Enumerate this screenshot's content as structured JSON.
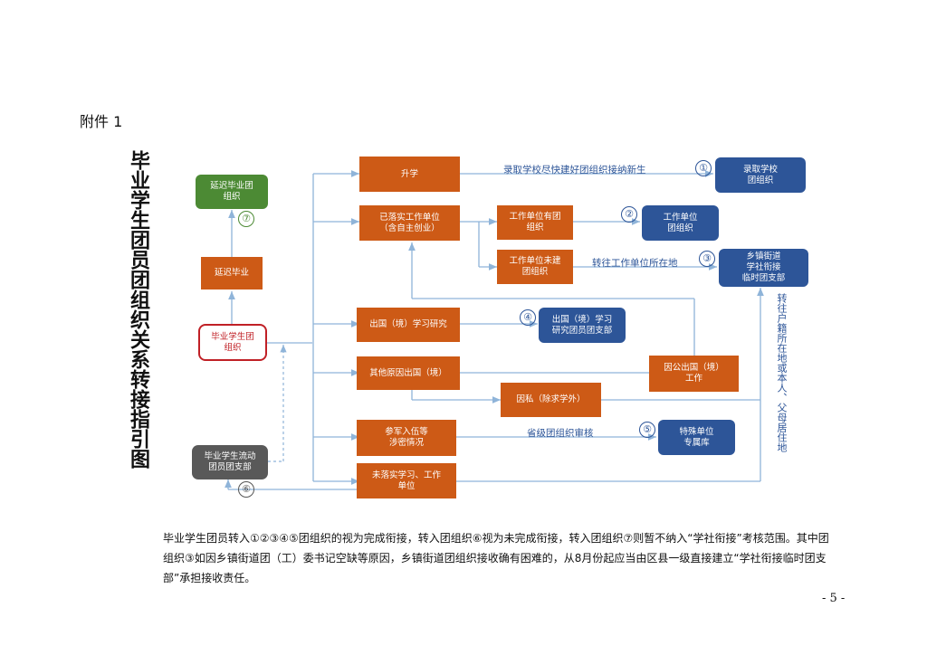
{
  "attachment_label": "附件 1",
  "title": "毕业学生团员团组织关系转接指引图",
  "nodes": {
    "graduate_org": "毕业学生团\n组织",
    "delay_grad": "延迟毕业",
    "delay_org": "延迟毕业团\n组织",
    "mobile_org": "毕业学生流动\n团员团支部",
    "further_study": "升学",
    "employed": "已落实工作单位\n（含自主创业）",
    "unit_has_org": "工作单位有团\n组织",
    "unit_no_org": "工作单位未建\n团组织",
    "abroad_study": "出国（境）学习研究",
    "other_abroad": "其他原因出国（境）",
    "public_abroad": "因公出国（境）\n工作",
    "private_abroad": "因私（除求学外）",
    "military": "参军入伍等\n涉密情况",
    "unemployed": "未落实学习、工作\n单位",
    "admitting_school": "录取学校\n团组织",
    "work_unit_org": "工作单位\n团组织",
    "township_org": "乡镇街道\n学社衔接\n临时团支部",
    "abroad_branch": "出国（境）学习\n研究团员团支部",
    "special_unit": "特殊单位\n专属库"
  },
  "labels": {
    "school_accept": "录取学校尽快建好团组织接纳新生",
    "transfer_unit": "转往工作单位所在地",
    "province_review": "省级团组织审核",
    "household": "转往户籍所在地或本人、父母居住地"
  },
  "markers": {
    "m1": "①",
    "m2": "②",
    "m3": "③",
    "m4": "④",
    "m5": "⑤",
    "m6": "⑥",
    "m7": "⑦"
  },
  "note": "毕业学生团员转入①②③④⑤团组织的视为完成衔接，转入团组织⑥视为未完成衔接，转入团组织⑦则暂不纳入“学社衔接”考核范围。其中团组织③如因乡镇街道团（工）委书记空缺等原因，乡镇街道团组织接收确有困难的，从8月份起应当由区县一级直接建立“学社衔接临时团支部”承担接收责任。",
  "page_number": "- 5 -",
  "colors": {
    "orange": "#cd5a16",
    "blue": "#2d5598",
    "green": "#4c8a34",
    "grey": "#595959",
    "red": "#c02026",
    "line": "#8fb4d9"
  }
}
